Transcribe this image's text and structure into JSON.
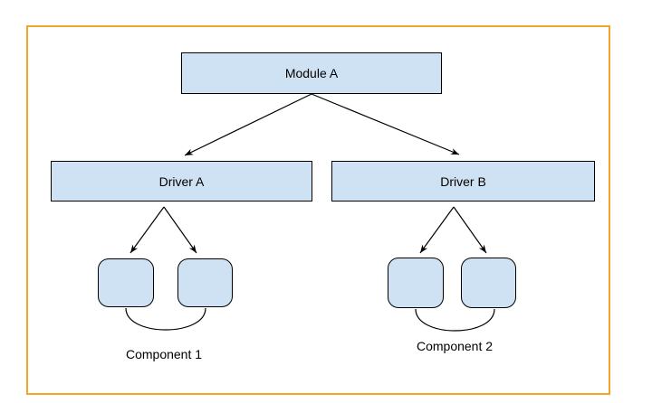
{
  "diagram": {
    "nodes": [
      {
        "id": "module-a",
        "label": "Module A"
      },
      {
        "id": "driver-a",
        "label": "Driver A"
      },
      {
        "id": "driver-b",
        "label": "Driver B"
      }
    ],
    "component_groups": [
      {
        "id": "component-1",
        "label": "Component 1",
        "unit_count": 2
      },
      {
        "id": "component-2",
        "label": "Component 2",
        "unit_count": 2
      }
    ],
    "structure": {
      "root": "Module A",
      "branches": [
        {
          "parent": "Module A",
          "child": "Driver A"
        },
        {
          "parent": "Module A",
          "child": "Driver B"
        },
        {
          "parent": "Driver A",
          "child": "Component 1",
          "units": 2
        },
        {
          "parent": "Driver B",
          "child": "Component 2",
          "units": 2
        }
      ]
    },
    "colors": {
      "frame_border": "#f3a42a",
      "node_fill": "#cfe2f3",
      "node_border": "#000000",
      "connector": "#000000",
      "text": "#000000",
      "background": "#ffffff"
    }
  }
}
